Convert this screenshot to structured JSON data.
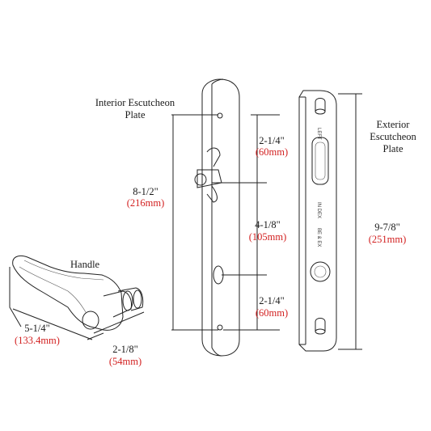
{
  "labels": {
    "interior_title_line1": "Interior Escutcheon",
    "interior_title_line2": "Plate",
    "exterior_title_line1": "Exterior",
    "exterior_title_line2": "Escutcheon",
    "exterior_title_line3": "Plate",
    "handle_title": "Handle"
  },
  "dimensions": {
    "interior_height": {
      "imperial": "8-1/2\"",
      "metric": "(216mm)"
    },
    "top_to_lever": {
      "imperial": "2-1/4\"",
      "metric": "(60mm)"
    },
    "lever_to_cylinder": {
      "imperial": "4-1/8\"",
      "metric": "(105mm)"
    },
    "cylinder_to_bottom": {
      "imperial": "2-1/4\"",
      "metric": "(60mm)"
    },
    "exterior_height": {
      "imperial": "9-7/8\"",
      "metric": "(251mm)"
    },
    "handle_length": {
      "imperial": "5-1/4\"",
      "metric": "(133.4mm)"
    },
    "handle_depth": {
      "imperial": "2-1/8\"",
      "metric": "(54mm)"
    }
  },
  "plate_markings": {
    "upper": "LEFT",
    "middle": "IN DEX",
    "lower": "BE & EX"
  },
  "colors": {
    "line": "#222222",
    "imperial_text": "#1a1a1a",
    "metric_text": "#d21f1f"
  }
}
